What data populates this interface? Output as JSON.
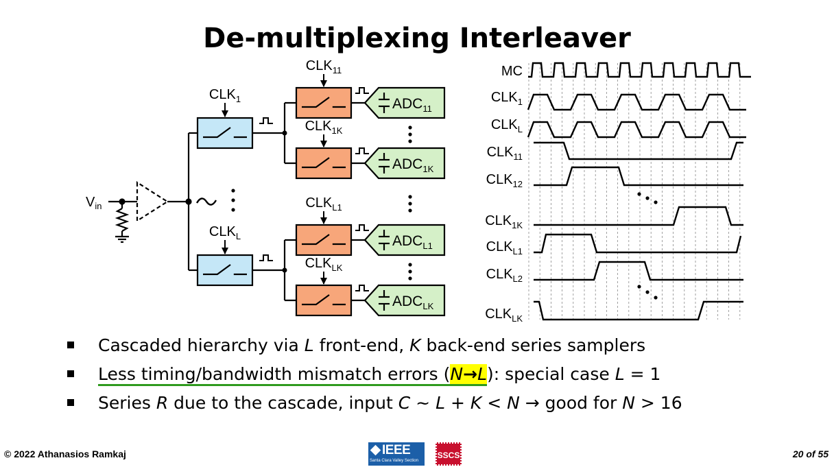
{
  "title": "De-multiplexing Interleaver",
  "circuit": {
    "vin_label": "V",
    "vin_sub": "in",
    "clk_label": "CLK",
    "adc_label": "ADC",
    "frontend": [
      {
        "clk_sub": "1"
      },
      {
        "clk_sub": "L"
      }
    ],
    "backend": [
      {
        "clk_sub": "11",
        "adc_sub": "11"
      },
      {
        "clk_sub": "1K",
        "adc_sub": "1K"
      },
      {
        "clk_sub": "L1",
        "adc_sub": "L1"
      },
      {
        "clk_sub": "LK",
        "adc_sub": "LK"
      }
    ]
  },
  "timing": {
    "signals": [
      {
        "label": "MC",
        "sub": ""
      },
      {
        "label": "CLK",
        "sub": "1"
      },
      {
        "label": "CLK",
        "sub": "L"
      },
      {
        "label": "CLK",
        "sub": "11"
      },
      {
        "label": "CLK",
        "sub": "12"
      },
      {
        "label": "CLK",
        "sub": "1K"
      },
      {
        "label": "CLK",
        "sub": "L1"
      },
      {
        "label": "CLK",
        "sub": "L2"
      },
      {
        "label": "CLK",
        "sub": "LK"
      }
    ]
  },
  "bullets": {
    "b1": {
      "pre": "Cascaded hierarchy via ",
      "v1": "L",
      "mid": " front-end, ",
      "v2": "K",
      "post": " back-end series samplers"
    },
    "b2": {
      "ul_text": "Less timing/bandwidth mismatch errors (",
      "hl_a": "N",
      "hl_arrow": "→",
      "hl_b": "L",
      "after": "): special case ",
      "var": "L",
      "post": " = 1"
    },
    "b3": {
      "pre": "Series ",
      "v1": "R",
      "t1": " due to the cascade, input ",
      "v2": "C",
      "t2": " ~ ",
      "v3": "L",
      "t3": " + ",
      "v4": "K",
      "t4": " < ",
      "v5": "N",
      "t5": " → good for ",
      "v6": "N",
      "post": " > 16"
    }
  },
  "footer": {
    "copyright": "© 2022 Athanasios Ramkaj",
    "page": "20 of 55",
    "ieee_logo": "IEEE",
    "ieee_section": "Santa Clara Valley Section",
    "sscs_logo": "SSCS"
  }
}
